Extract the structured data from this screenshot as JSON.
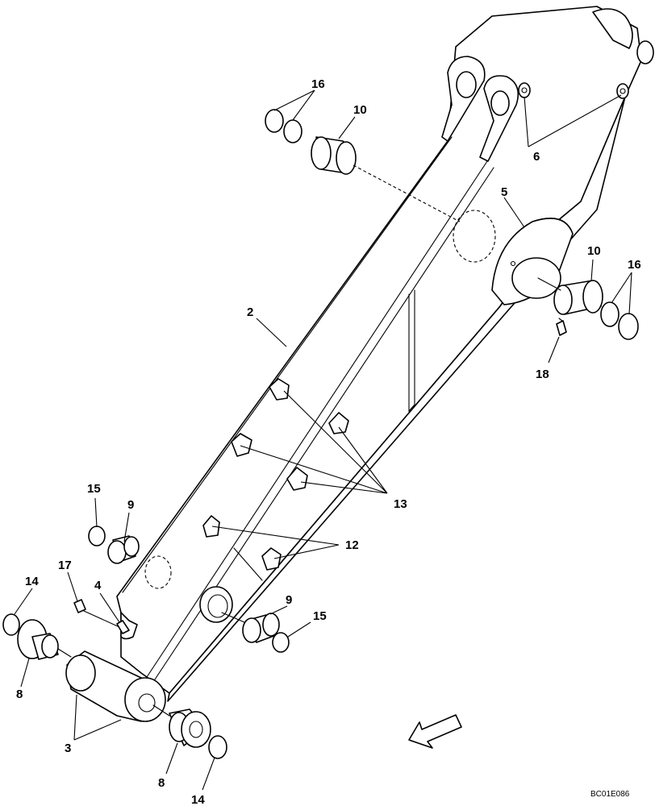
{
  "callouts": {
    "c2": "2",
    "c3": "3",
    "c4": "4",
    "c5": "5",
    "c6": "6",
    "c8a": "8",
    "c8b": "8",
    "c9a": "9",
    "c9b": "9",
    "c10a": "10",
    "c10b": "10",
    "c12": "12",
    "c13": "13",
    "c14a": "14",
    "c14b": "14",
    "c15a": "15",
    "c15b": "15",
    "c16a": "16",
    "c16b": "16",
    "c17": "17",
    "c18": "18"
  },
  "drawing_code": "BC01E086",
  "direction_arrow": "arrow-icon"
}
